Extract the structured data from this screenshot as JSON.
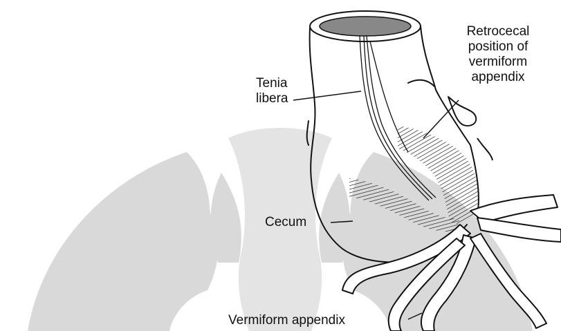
{
  "diagram": {
    "labels": {
      "retrocecal": [
        "Retrocecal",
        "position of",
        "vermiform",
        "appendix"
      ],
      "tenia": [
        "Tenia",
        "libera"
      ],
      "cecum": "Cecum",
      "appendix": "Vermiform appendix"
    },
    "colors": {
      "ink": "#111111",
      "watermark": "#d9d9d9",
      "background": "#ffffff"
    }
  }
}
